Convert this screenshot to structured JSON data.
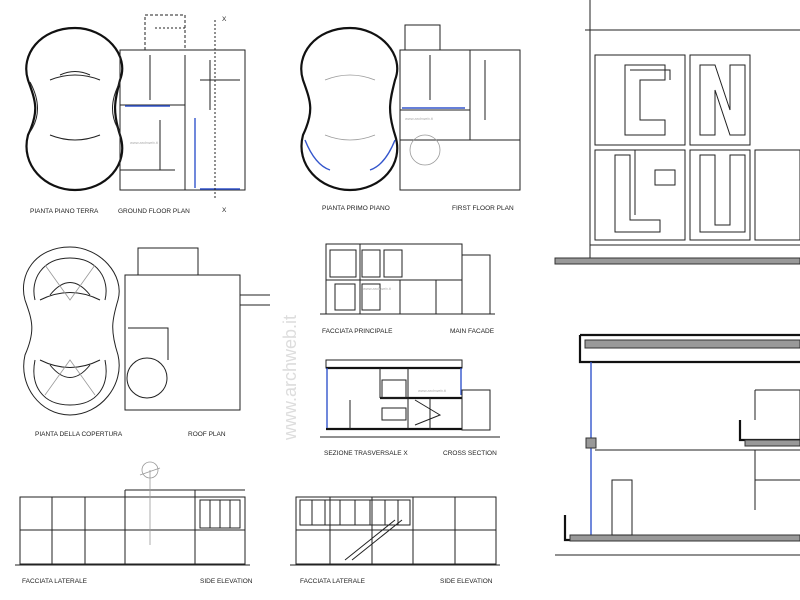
{
  "sheet": {
    "watermark": "www.archweb.it",
    "small_watermark": "www.archweb.it",
    "section_mark": "X",
    "drawings": [
      {
        "label_it": "PIANTA PIANO TERRA",
        "label_en": "GROUND FLOOR PLAN"
      },
      {
        "label_it": "PIANTA PRIMO PIANO",
        "label_en": "FIRST FLOOR PLAN"
      },
      {
        "label_it": "PIANTA DELLA COPERTURA",
        "label_en": "ROOF PLAN"
      },
      {
        "label_it": "FACCIATA PRINCIPALE",
        "label_en": "MAIN FACADE"
      },
      {
        "label_it": "SEZIONE TRASVERSALE  X",
        "label_en": "CROSS SECTION"
      },
      {
        "label_it": "FACCIATA LATERALE",
        "label_en": "SIDE ELEVATION"
      },
      {
        "label_it": "FACCIATA LATERALE",
        "label_en": "SIDE ELEVATION"
      }
    ]
  },
  "colors": {
    "line": "#222222",
    "accent": "#3355cc",
    "fill": "#999999"
  }
}
